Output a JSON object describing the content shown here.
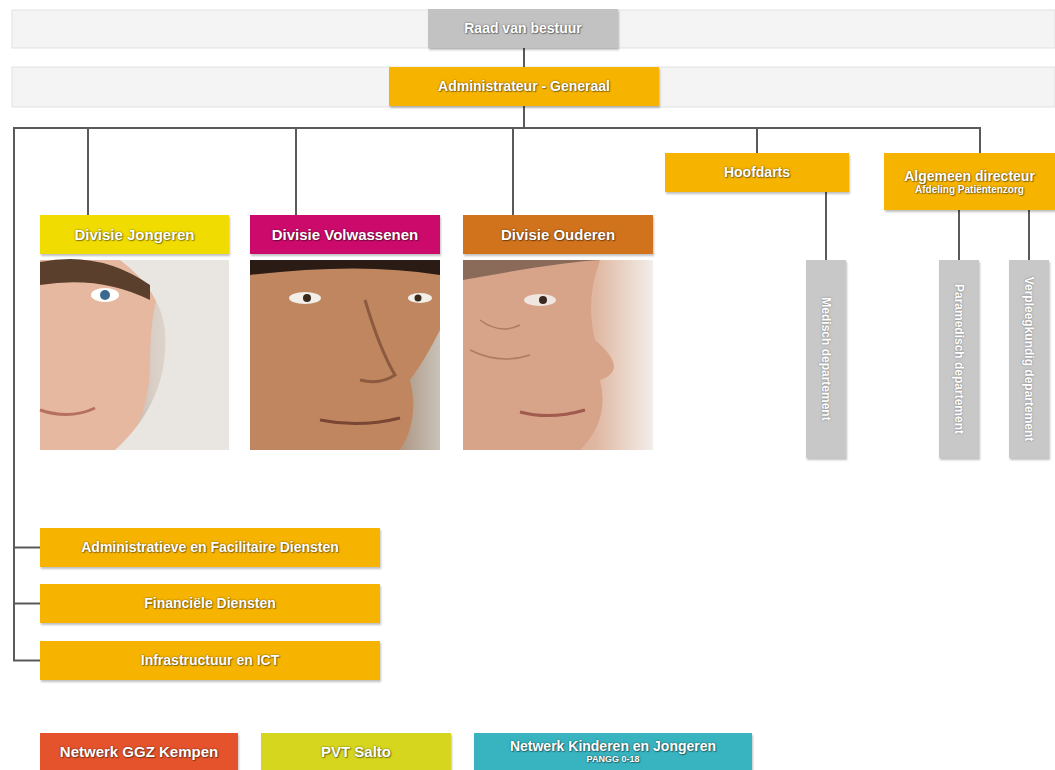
{
  "diagram": {
    "nodes": [
      {
        "text": [
          "Raad van bestuur"
        ]
      },
      {
        "text": [
          "Administrateur - Generaal"
        ]
      },
      {
        "text": [
          "Divisie Jongeren"
        ]
      },
      {
        "text": [
          "Divisie Volwassenen"
        ]
      },
      {
        "text": [
          "Divisie Ouderen"
        ]
      },
      {
        "text": [
          "Hoofdarts"
        ]
      },
      {
        "text": [
          "Algemeen directeur",
          "Afdeling Patiëntenzorg"
        ]
      },
      {
        "text": [
          "Medisch departement"
        ]
      },
      {
        "text": [
          "Paramedisch departement"
        ]
      },
      {
        "text": [
          "Verpleegkundig departement"
        ]
      },
      {
        "text": [
          "Administratieve en Facilitaire Diensten"
        ]
      },
      {
        "text": [
          "Financiële Diensten"
        ]
      },
      {
        "text": [
          "Infrastructuur en ICT"
        ]
      },
      {
        "text": [
          "Netwerk GGZ Kempen"
        ]
      },
      {
        "text": [
          "PVT Salto"
        ]
      },
      {
        "text": [
          "Netwerk Kinderen en Jongeren",
          "PANGG 0-18"
        ]
      }
    ],
    "edges": [
      {
        "from": 0,
        "to": 1,
        "arrow": "none"
      },
      {
        "from": 1,
        "to": 2,
        "arrow": "none"
      },
      {
        "from": 1,
        "to": 3,
        "arrow": "none"
      },
      {
        "from": 1,
        "to": 4,
        "arrow": "none"
      },
      {
        "from": 1,
        "to": 5,
        "arrow": "none"
      },
      {
        "from": 1,
        "to": 6,
        "arrow": "none"
      },
      {
        "from": 5,
        "to": 7,
        "arrow": "none"
      },
      {
        "from": 6,
        "to": 8,
        "arrow": "none"
      },
      {
        "from": 6,
        "to": 9,
        "arrow": "none"
      },
      {
        "from": 1,
        "to": 10,
        "arrow": "none"
      },
      {
        "from": 1,
        "to": 11,
        "arrow": "none"
      },
      {
        "from": 1,
        "to": 12,
        "arrow": "none"
      }
    ]
  }
}
